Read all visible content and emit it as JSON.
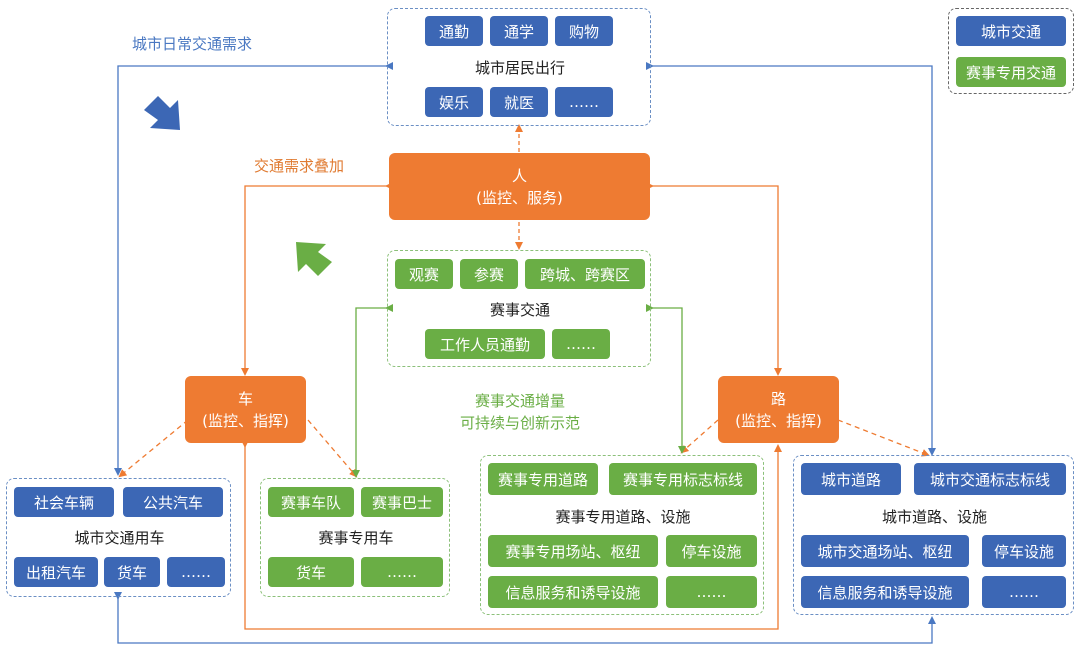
{
  "legend": {
    "urban": "城市交通",
    "event": "赛事专用交通"
  },
  "notes": {
    "urban_demand": "城市日常交通需求",
    "demand_overlay": "交通需求叠加",
    "event_increment_1": "赛事交通增量",
    "event_increment_2": "可持续与创新示范"
  },
  "residents": {
    "title": "城市居民出行",
    "chips": [
      "通勤",
      "通学",
      "购物",
      "娱乐",
      "就医",
      "……"
    ]
  },
  "people": {
    "title": "人",
    "sub": "(监控、服务)"
  },
  "vehicle": {
    "title": "车",
    "sub": "(监控、指挥)"
  },
  "road": {
    "title": "路",
    "sub": "(监控、指挥)"
  },
  "event_traffic": {
    "title": "赛事交通",
    "chips": [
      "观赛",
      "参赛",
      "跨城、跨赛区",
      "工作人员通勤",
      "……"
    ]
  },
  "urban_vehicles": {
    "title": "城市交通用车",
    "chips": [
      "社会车辆",
      "公共汽车",
      "出租汽车",
      "货车",
      "……"
    ]
  },
  "event_vehicles": {
    "title": "赛事专用车",
    "chips": [
      "赛事车队",
      "赛事巴士",
      "货车",
      "……"
    ]
  },
  "event_roads": {
    "title": "赛事专用道路、设施",
    "chips": [
      "赛事专用道路",
      "赛事专用标志标线",
      "赛事专用场站、枢纽",
      "停车设施",
      "信息服务和诱导设施",
      "……"
    ]
  },
  "urban_roads": {
    "title": "城市道路、设施",
    "chips": [
      "城市道路",
      "城市交通标志标线",
      "城市交通场站、枢纽",
      "停车设施",
      "信息服务和诱导设施",
      "……"
    ]
  },
  "colors": {
    "blue": "#3c67b5",
    "green": "#6aae45",
    "orange": "#ee7b32"
  }
}
